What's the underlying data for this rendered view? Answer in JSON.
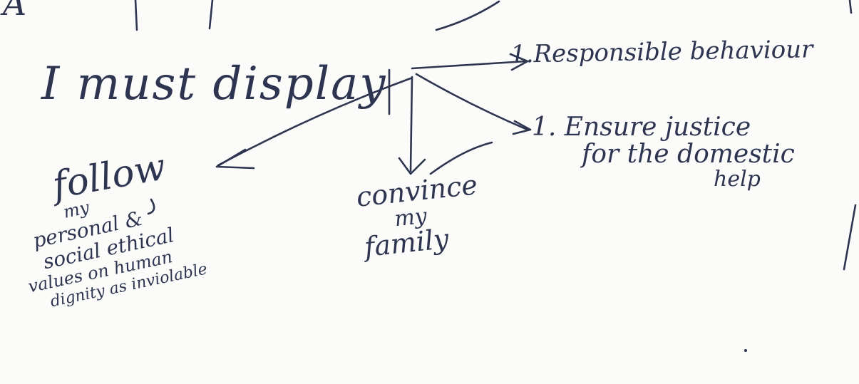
{
  "root": {
    "text": "I must display"
  },
  "corner_mark": "A",
  "branches": {
    "responsible": "1.Responsible behaviour",
    "justice": {
      "line1": "1. Ensure justice",
      "line2": "for the domestic",
      "line3": "help"
    },
    "follow": {
      "label": "follow",
      "detail": [
        "my",
        "personal &",
        "social ethical",
        "values on human",
        "dignity as inviolable"
      ]
    },
    "convince": {
      "line1": "convince",
      "line2": "my",
      "line3": "family"
    }
  },
  "colors": {
    "ink": "#2d3550",
    "paper": "#fbfbfa"
  }
}
